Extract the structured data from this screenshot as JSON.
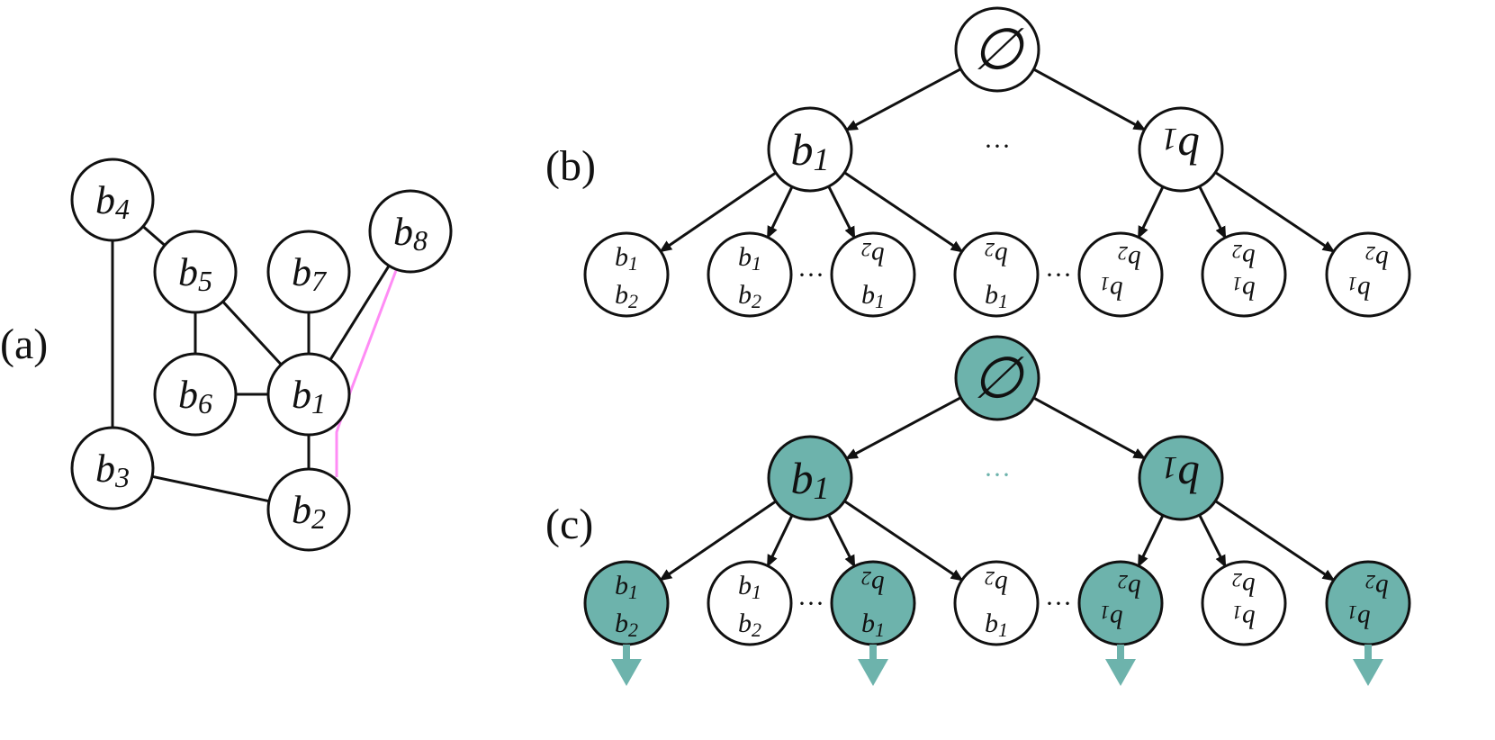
{
  "panels": {
    "a": "(a)",
    "b": "(b)",
    "c": "(c)"
  },
  "graph": {
    "nodes": {
      "b4": {
        "base": "b",
        "sub": "4"
      },
      "b5": {
        "base": "b",
        "sub": "5"
      },
      "b7": {
        "base": "b",
        "sub": "7"
      },
      "b8": {
        "base": "b",
        "sub": "8"
      },
      "b6": {
        "base": "b",
        "sub": "6"
      },
      "b1": {
        "base": "b",
        "sub": "1"
      },
      "b3": {
        "base": "b",
        "sub": "3"
      },
      "b2": {
        "base": "b",
        "sub": "2"
      }
    },
    "edges": [
      [
        "b4",
        "b5"
      ],
      [
        "b4",
        "b3"
      ],
      [
        "b5",
        "b6"
      ],
      [
        "b5",
        "b1"
      ],
      [
        "b7",
        "b1"
      ],
      [
        "b8",
        "b1"
      ],
      [
        "b6",
        "b1"
      ],
      [
        "b1",
        "b2"
      ],
      [
        "b3",
        "b2"
      ]
    ],
    "highlighted_edge": [
      "b8",
      "b2"
    ],
    "highlight_color": "#ff8cf5"
  },
  "tree": {
    "root": "∅",
    "level1": [
      {
        "base": "b",
        "sub": "1"
      },
      {
        "base": "b",
        "sub": "1"
      }
    ],
    "level1_gap": "···",
    "level2_gap": "···",
    "level2": [
      {
        "top": {
          "base": "b",
          "sub": "1"
        },
        "bottom": {
          "base": "b",
          "sub": "2"
        }
      },
      {
        "top": {
          "base": "b",
          "sub": "1"
        },
        "bottom": {
          "base": "b",
          "sub": "2"
        }
      },
      {
        "top": {
          "base": "b",
          "sub": "2"
        },
        "bottom": {
          "base": "b",
          "sub": "1"
        }
      },
      {
        "top": {
          "base": "b",
          "sub": "2"
        },
        "bottom": {
          "base": "b",
          "sub": "1"
        }
      },
      {
        "top": {
          "base": "b",
          "sub": "2"
        },
        "bottom": {
          "base": "b",
          "sub": "1"
        }
      },
      {
        "top": {
          "base": "b",
          "sub": "2"
        },
        "bottom": {
          "base": "b",
          "sub": "1"
        }
      },
      {
        "top": {
          "base": "b",
          "sub": "2"
        },
        "bottom": {
          "base": "b",
          "sub": "1"
        }
      }
    ],
    "fill_color": "#6db3ac",
    "c_filled_level2": [
      true,
      false,
      true,
      false,
      true,
      false,
      true
    ]
  }
}
